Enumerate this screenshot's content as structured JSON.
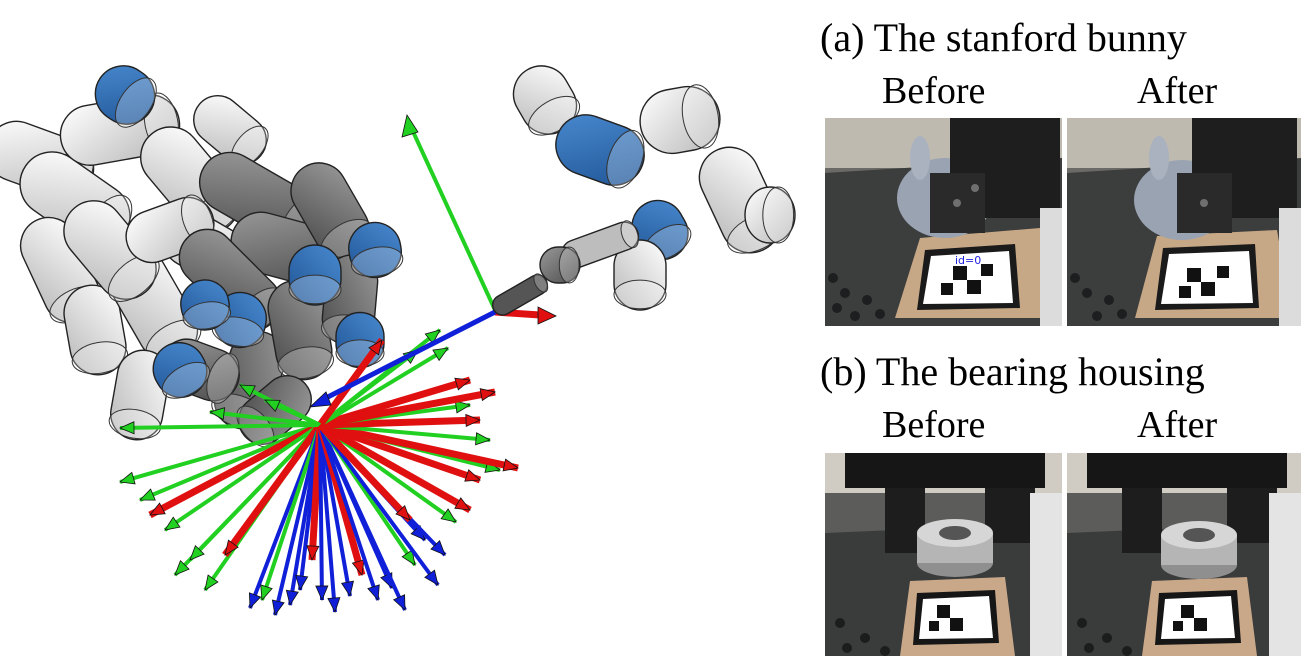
{
  "panel_a": {
    "title": "(a) The stanford bunny",
    "before_label": "Before",
    "after_label": "After",
    "marker_id_text": "id=0"
  },
  "panel_b": {
    "title": "(b) The bearing housing",
    "before_label": "Before",
    "after_label": "After"
  },
  "colors": {
    "robot_blue": "#2f6fb8",
    "robot_gray": "#8a8a8a",
    "robot_light": "#e6e6e6",
    "axis_red": "#e01010",
    "axis_green": "#22d022",
    "axis_blue": "#1020d8",
    "marker_border_green": "#2cc030"
  }
}
